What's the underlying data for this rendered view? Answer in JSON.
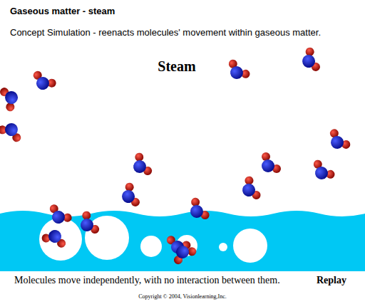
{
  "diagram": {
    "title": "Gaseous matter - steam",
    "caption": "Molecules move independently, with no interaction between them.",
    "labels": [
      "Concept Simulation - reenacts molecules' movement within gaseous matter.",
      "Steam",
      "Replay",
      "Copyright © 2004, Visionlearning,Inc."
    ]
  }
}
